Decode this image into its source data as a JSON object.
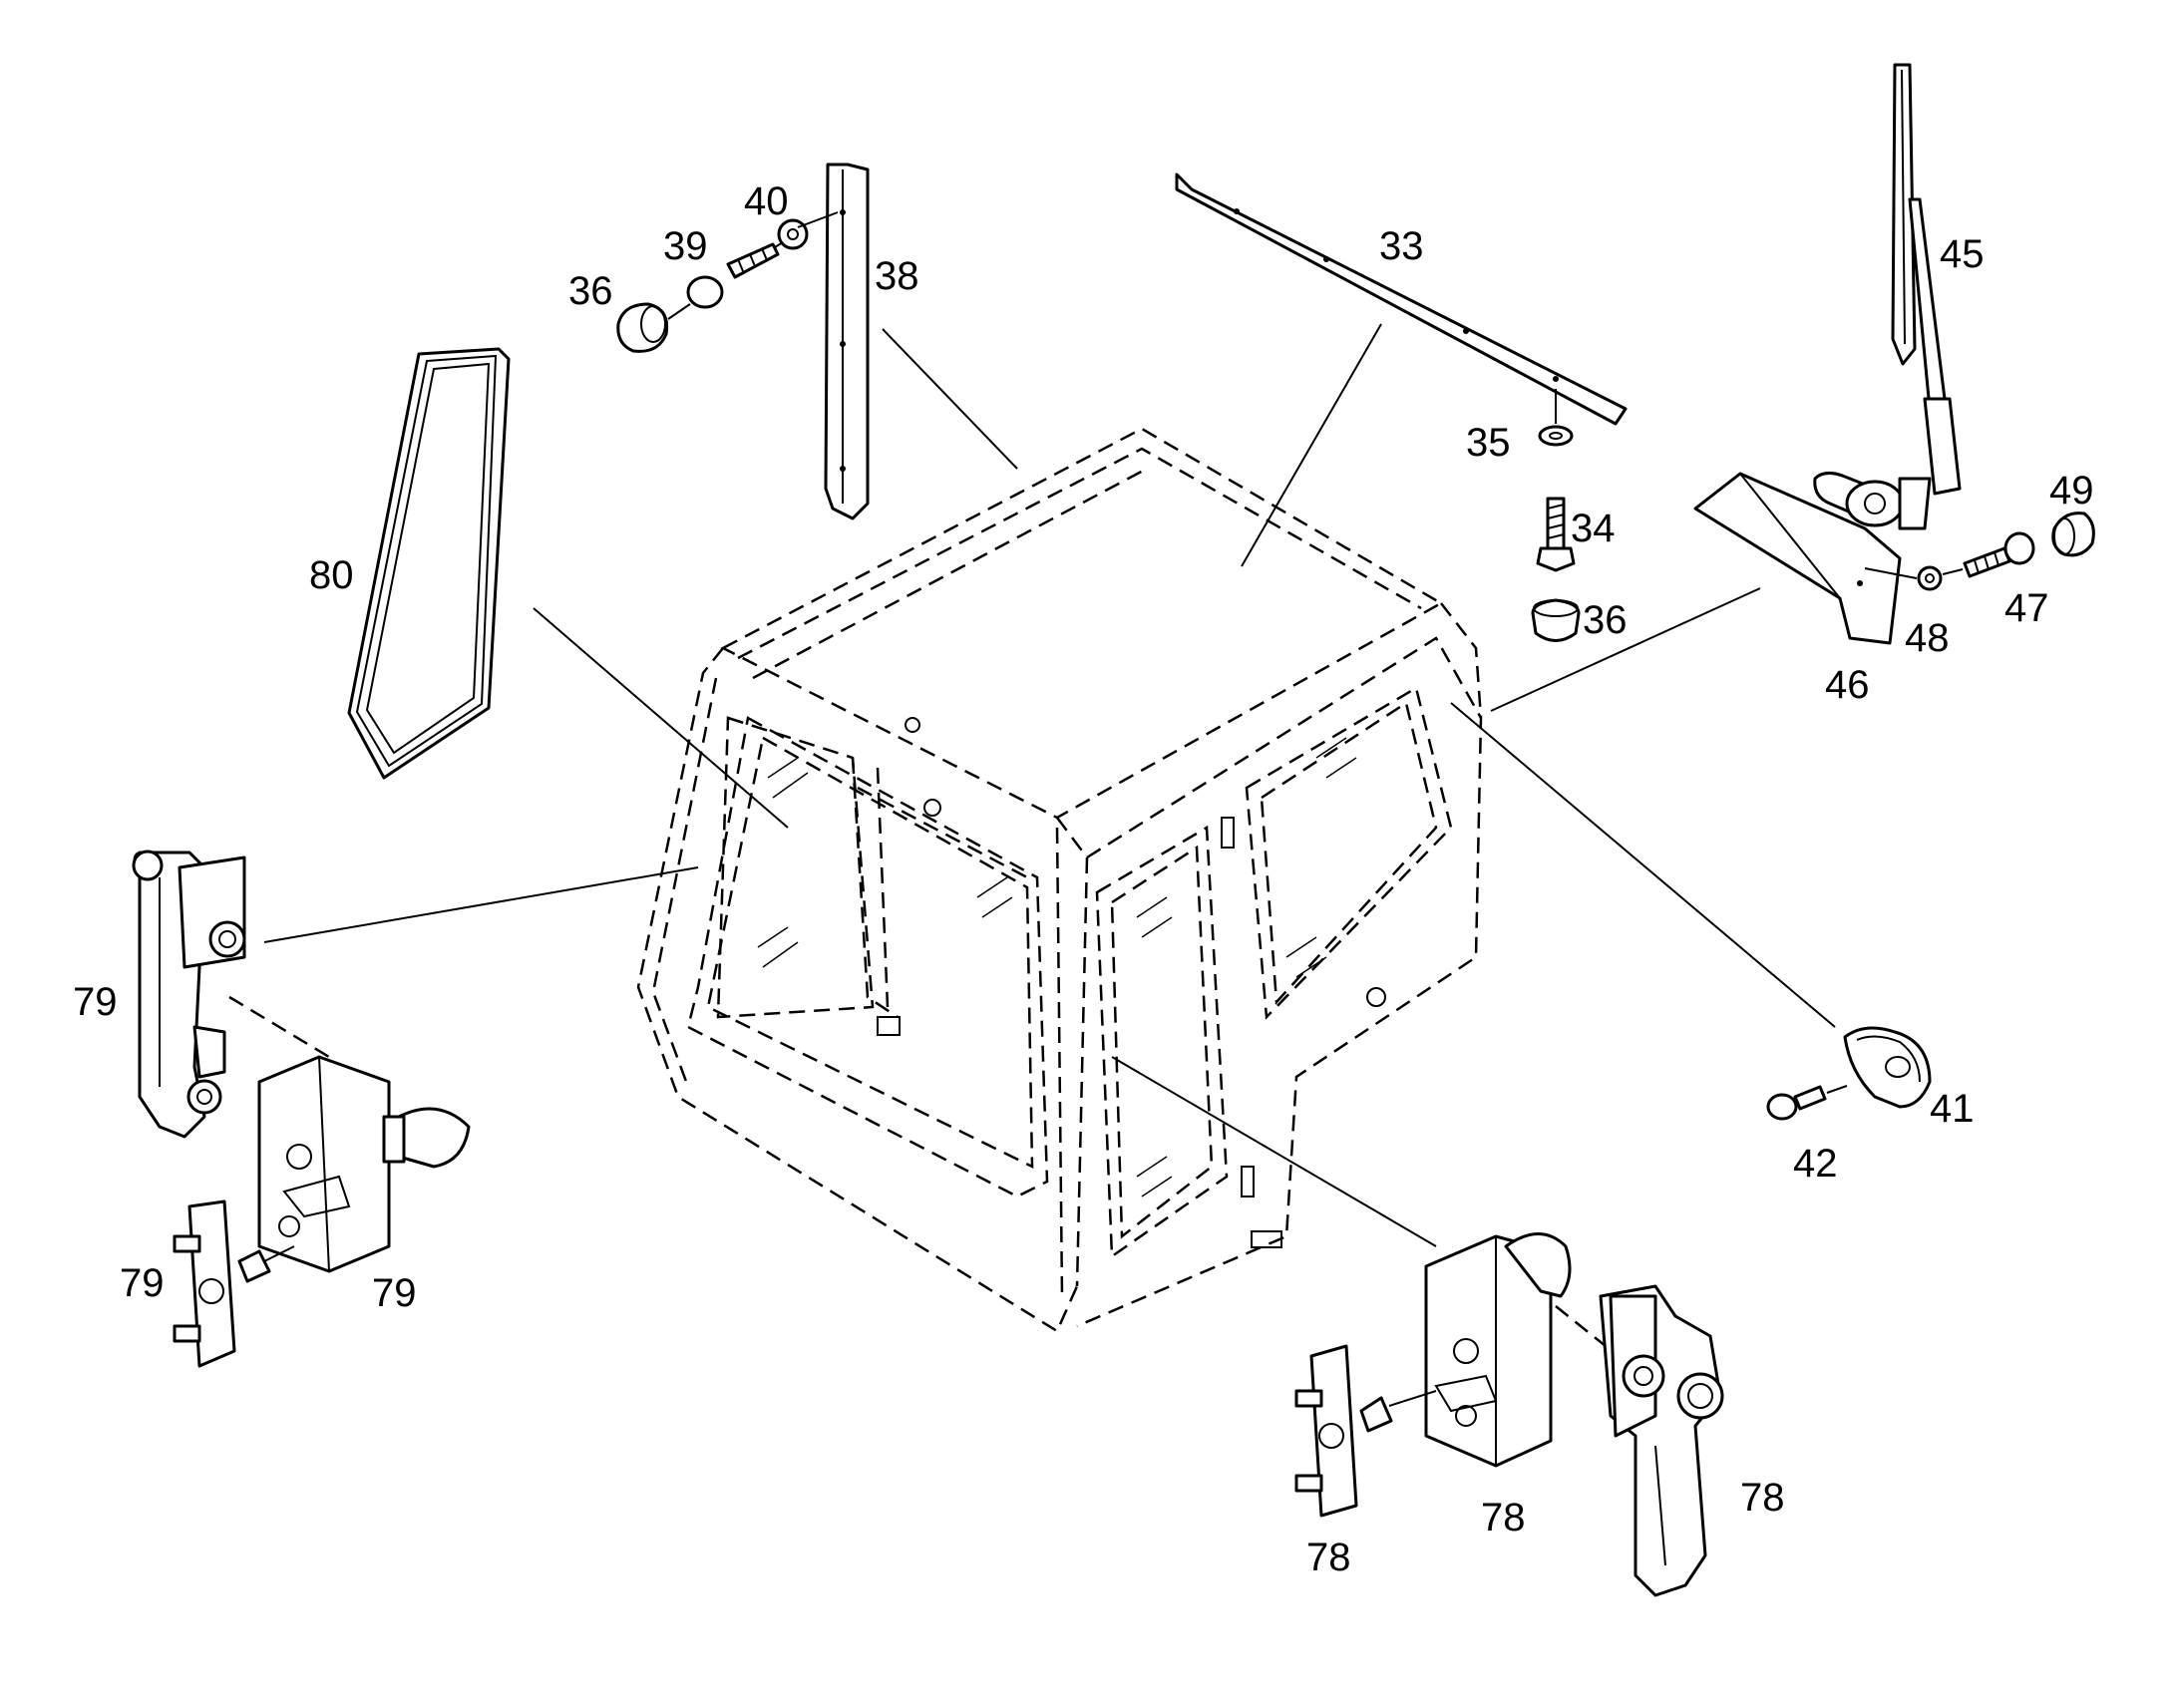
{
  "labels": {
    "p33": "33",
    "p34": "34",
    "p35": "35",
    "p36a": "36",
    "p36b": "36",
    "p38": "38",
    "p39": "39",
    "p40": "40",
    "p41": "41",
    "p42": "42",
    "p45": "45",
    "p46": "46",
    "p47": "47",
    "p48": "48",
    "p49": "49",
    "p78a": "78",
    "p78b": "78",
    "p78c": "78",
    "p79a": "79",
    "p79b": "79",
    "p79c": "79",
    "p80": "80"
  }
}
